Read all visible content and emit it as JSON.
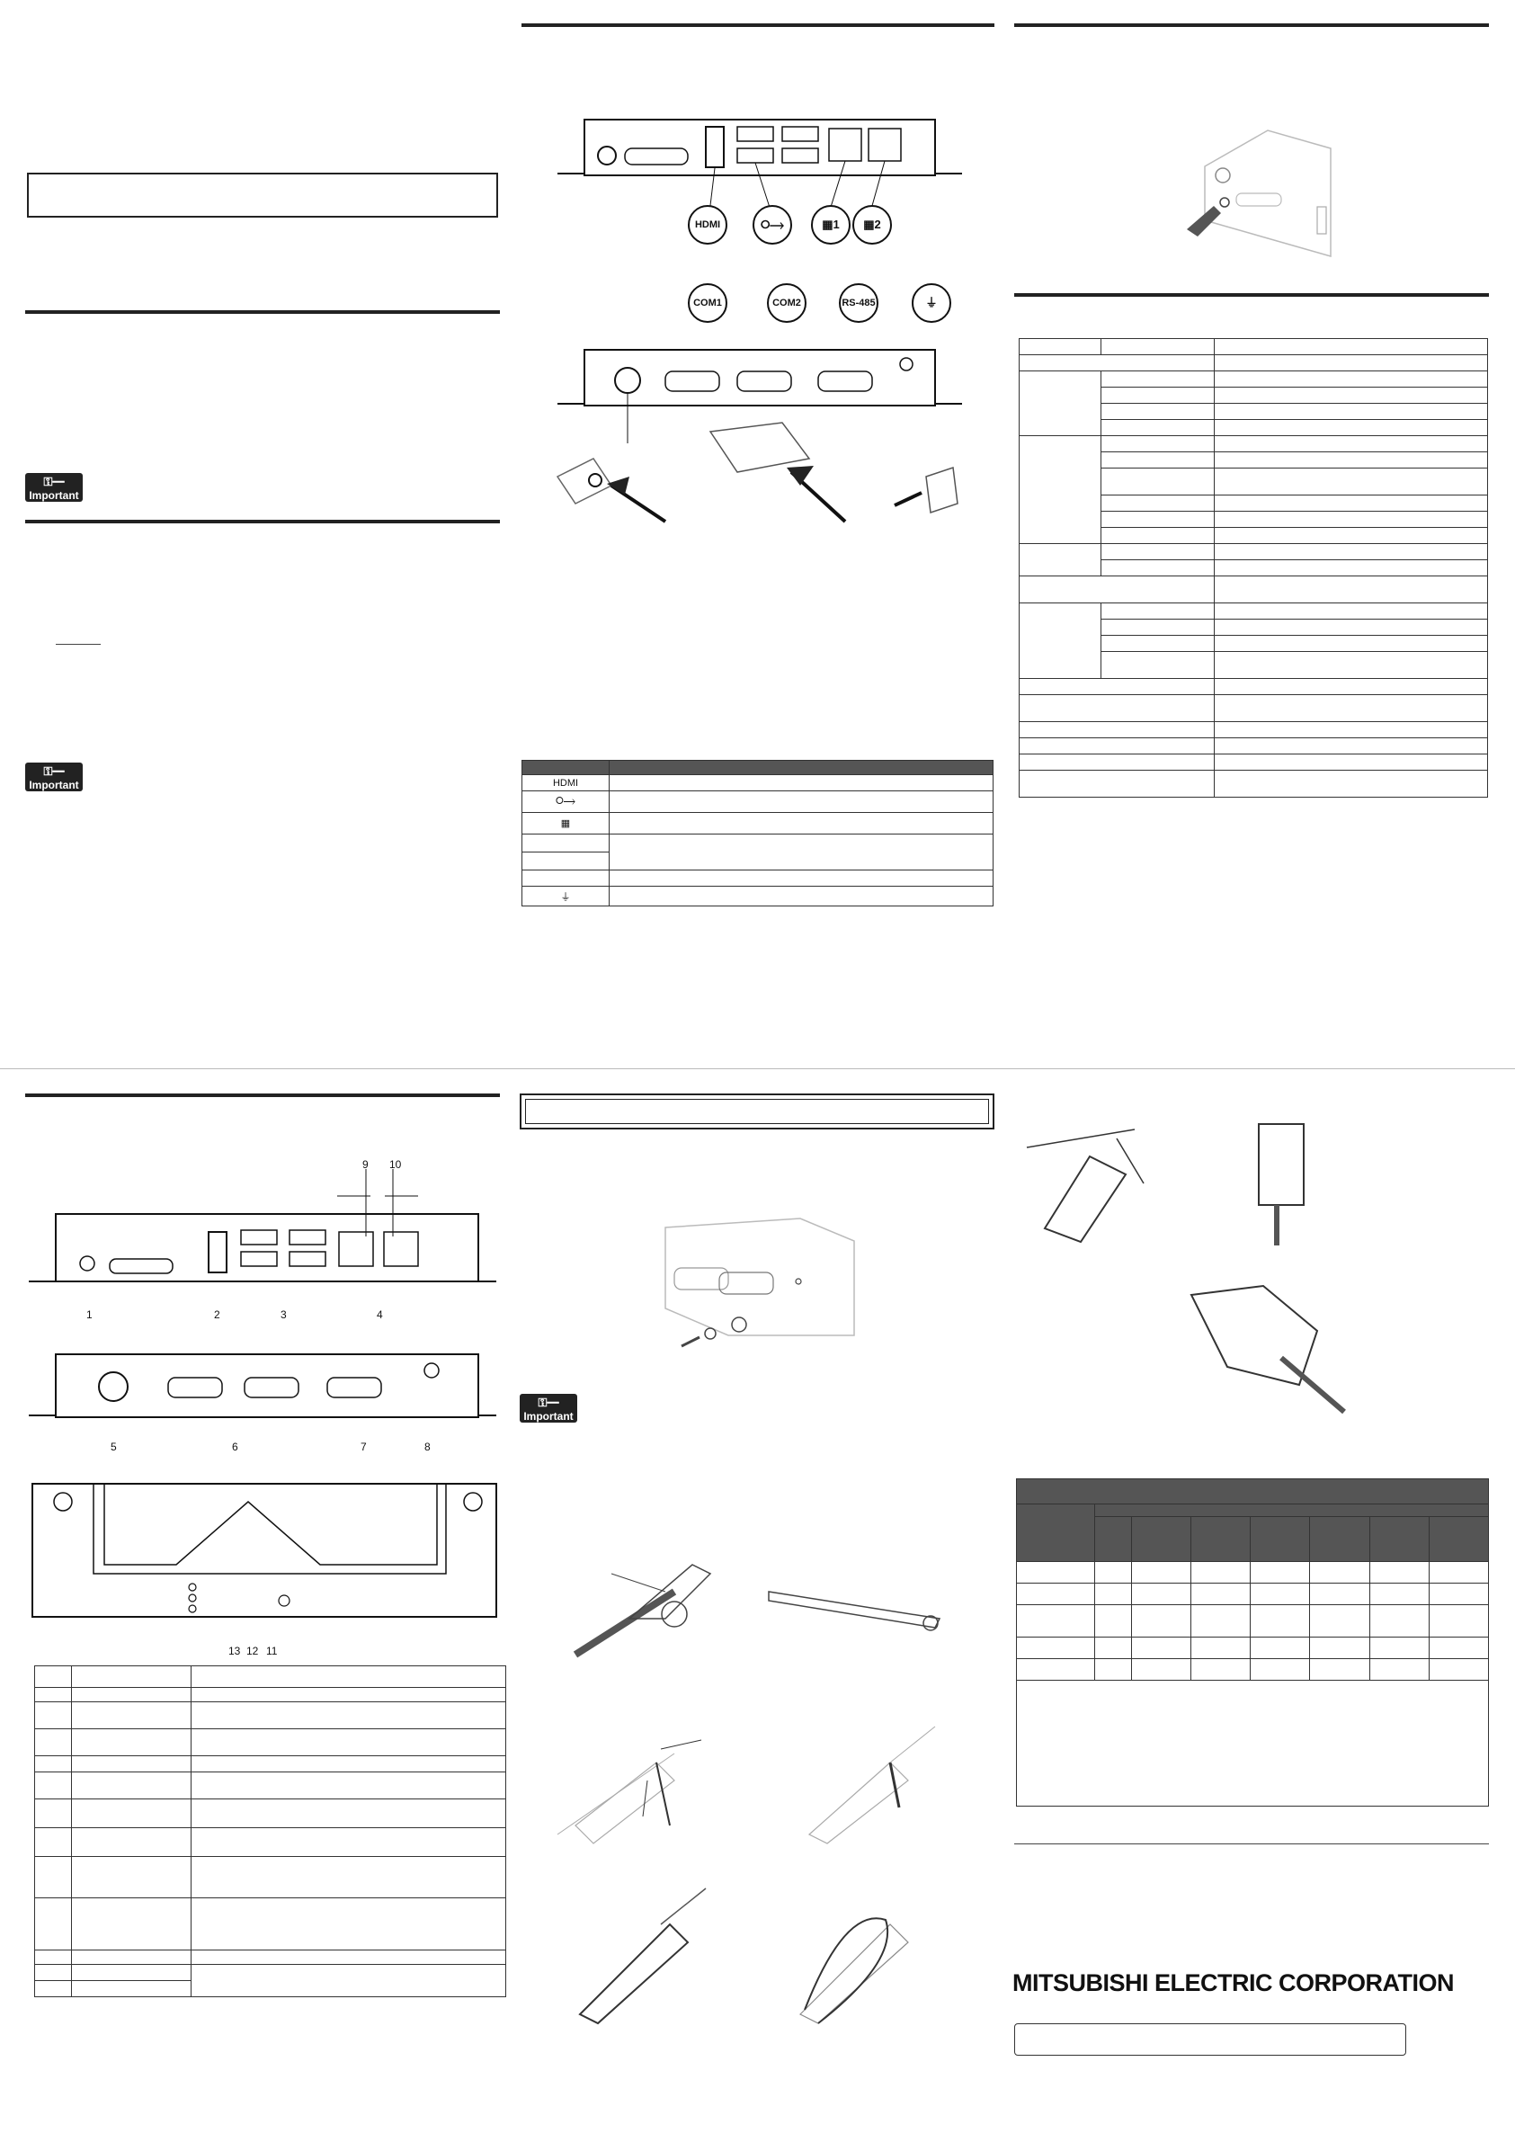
{
  "important_label": "Important",
  "connectors_top": [
    "HDMI",
    "",
    "1",
    "2"
  ],
  "connectors_bottom": [
    "COM1",
    "COM2",
    "RS-485",
    ""
  ],
  "interface_table": {
    "rows": [
      "HDMI",
      "",
      "",
      "",
      "",
      "",
      ""
    ]
  },
  "callout_numbers_top": [
    "9",
    "10",
    "1",
    "2",
    "3",
    "4"
  ],
  "callout_numbers_bottom": [
    "5",
    "6",
    "7",
    "8"
  ],
  "callout_numbers_bracket": [
    "13",
    "12",
    "11"
  ],
  "parts_table_numbers": [
    "",
    "",
    "",
    "",
    "",
    "",
    "",
    "",
    "",
    "",
    "",
    "",
    "",
    ""
  ],
  "brand": {
    "name": "MITSUBISHI ELECTRIC CORPORATION"
  },
  "icons": {
    "usb": "usb-icon",
    "lan": "lan-icon",
    "ground": "ground-icon",
    "important": "key-icon"
  }
}
